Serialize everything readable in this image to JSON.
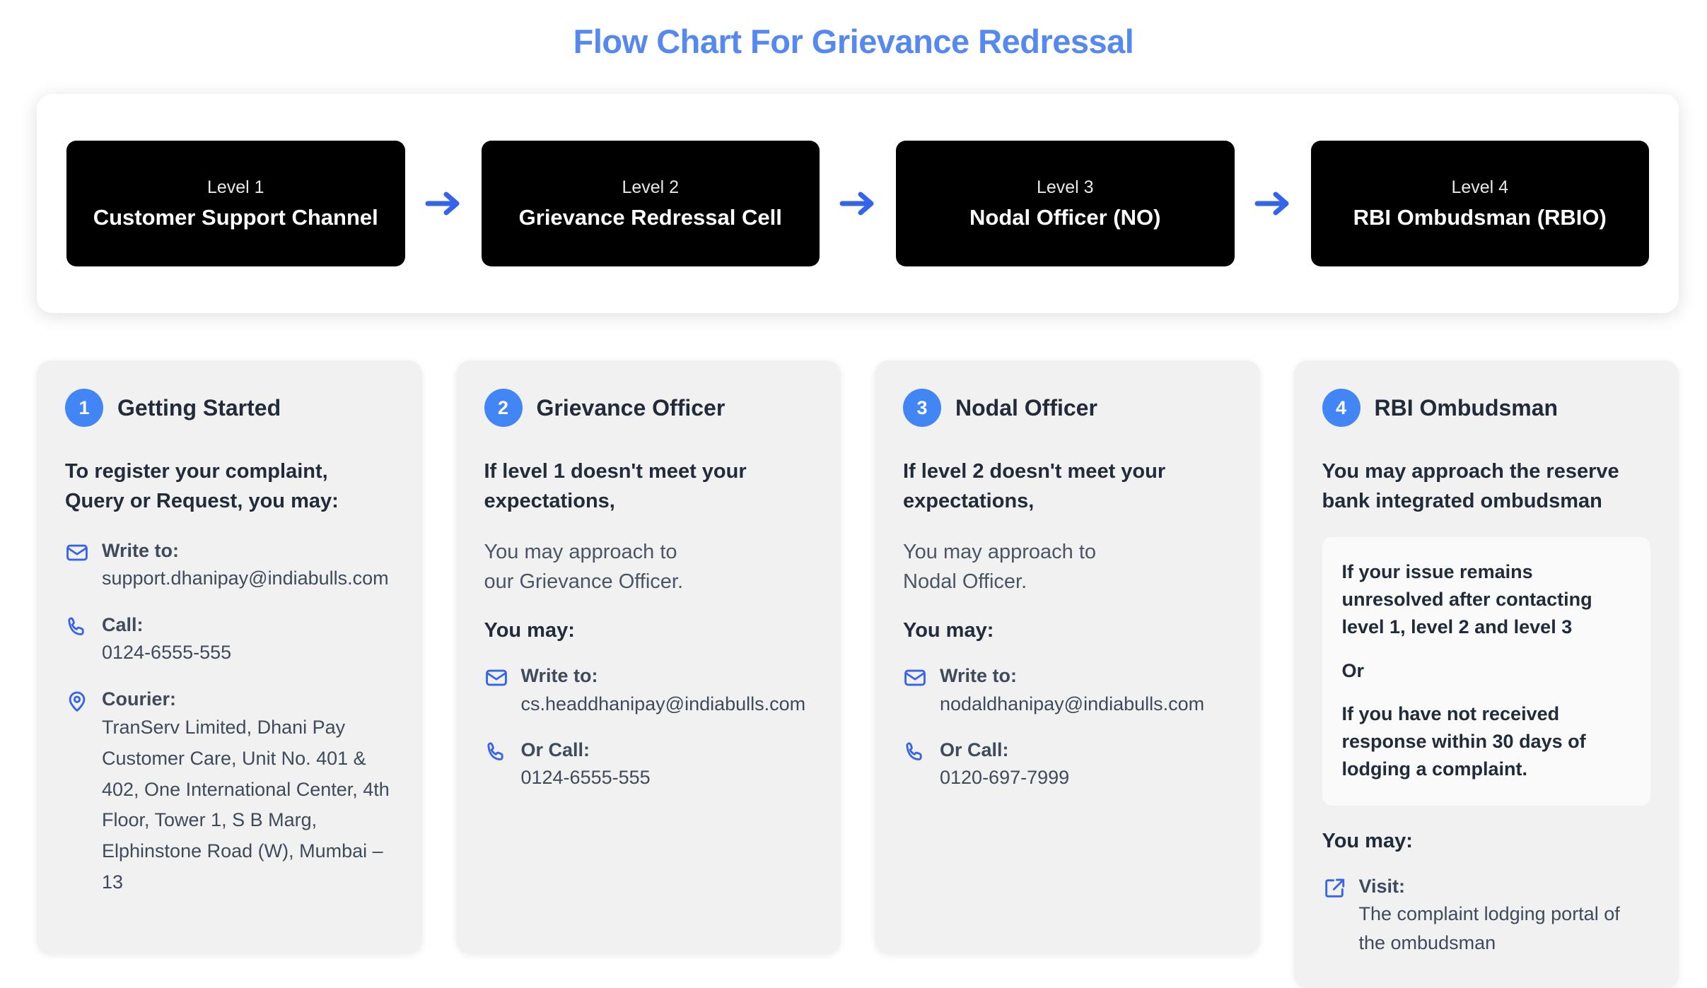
{
  "page": {
    "title": "Flow Chart For Grievance Redressal",
    "accent_color": "#5689f0",
    "arrow_color": "#3563e9",
    "badge_color": "#4285f4",
    "level_box_color": "#000000",
    "card_background": "#f1f1f1"
  },
  "flow": {
    "levels": [
      {
        "kicker": "Level 1",
        "name": "Customer Support Channel"
      },
      {
        "kicker": "Level 2",
        "name": "Grievance Redressal Cell"
      },
      {
        "kicker": "Level 3",
        "name": "Nodal Officer (NO)"
      },
      {
        "kicker": "Level 4",
        "name": "RBI Ombudsman (RBIO)"
      }
    ],
    "arrow_icon": "arrow-right-icon"
  },
  "cards": [
    {
      "badge": "1",
      "title": "Getting Started",
      "lead": "To register your complaint,\nQuery or Request, you may:",
      "sub": "",
      "you_may": "",
      "contacts": [
        {
          "icon": "mail-icon",
          "label": "Write to:",
          "value": "support.dhanipay@indiabulls.com"
        },
        {
          "icon": "phone-icon",
          "label": "Call:",
          "value": "0124-6555-555"
        },
        {
          "icon": "pin-icon",
          "label": "Courier:",
          "value": "TranServ Limited, Dhani Pay Customer Care, Unit No. 401 & 402, One International Center, 4th Floor, Tower 1, S B Marg, Elphinstone Road (W), Mumbai – 13"
        }
      ]
    },
    {
      "badge": "2",
      "title": "Grievance Officer",
      "lead": "If level 1 doesn't meet your\nexpectations,",
      "sub": "You may approach to\nour Grievance Officer.",
      "you_may": "You may:",
      "contacts": [
        {
          "icon": "mail-icon",
          "label": "Write to:",
          "value": "cs.headdhanipay@indiabulls.com"
        },
        {
          "icon": "phone-icon",
          "label": "Or Call:",
          "value": "0124-6555-555"
        }
      ]
    },
    {
      "badge": "3",
      "title": "Nodal Officer",
      "lead": "If level 2 doesn't meet your\nexpectations,",
      "sub": "You may approach to\nNodal Officer.",
      "you_may": "You may:",
      "contacts": [
        {
          "icon": "mail-icon",
          "label": "Write to:",
          "value": "nodaldhanipay@indiabulls.com"
        },
        {
          "icon": "phone-icon",
          "label": "Or Call:",
          "value": "0120-697-7999"
        }
      ]
    },
    {
      "badge": "4",
      "title": "RBI Ombudsman",
      "lead": "You may approach the reserve\nbank integrated ombudsman",
      "sub": "",
      "you_may": "You may:",
      "callout": [
        "If your issue remains unresolved after contacting level 1, level 2 and level 3",
        "Or",
        "If you have not received response within 30 days of lodging a complaint."
      ],
      "contacts": [
        {
          "icon": "external-link-icon",
          "label": "Visit:",
          "value": "The complaint lodging portal of the ombudsman"
        }
      ]
    }
  ]
}
